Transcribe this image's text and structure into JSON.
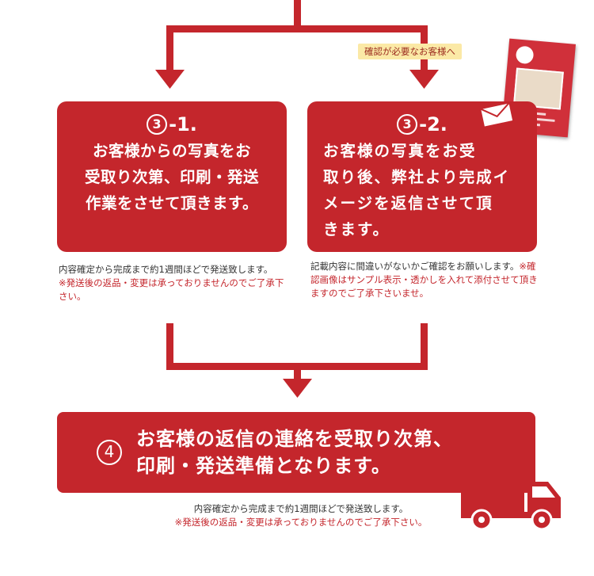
{
  "colors": {
    "accent_red": "#c4262c",
    "tag_bg": "#fbe9a6",
    "text": "#333333"
  },
  "tag": {
    "label": "確認が必要なお客様へ"
  },
  "step_3_1": {
    "number": "3",
    "suffix": "-1.",
    "lines": [
      "お客様からの写真をお",
      "受取り次第、印刷・発送",
      "作業をさせて頂きます。"
    ],
    "note_normal": "内容確定から完成まで約1週間ほどで発送致します。",
    "note_warning": "※発送後の返品・変更は承っておりませんのでご了承下さい。"
  },
  "step_3_2": {
    "number": "3",
    "suffix": "-2.",
    "lines": [
      "お客様の写真をお受",
      "取り後、弊社より完成イ",
      "メージを返信させて頂",
      "きます。"
    ],
    "note_normal": "記載内容に間違いがないかご確認をお願いします。",
    "note_warning": "※確認画像はサンプル表示・透かしを入れて添付させて頂きますのでご了承下さいませ。"
  },
  "step_4": {
    "number": "4",
    "lines": [
      "お客様の返信の連絡を受取り次第、",
      "印刷・発送準備となります。"
    ],
    "note_normal": "内容確定から完成まで約1週間ほどで発送致します。",
    "note_warning": "※発送後の返品・変更は承っておりませんのでご了承下さい。"
  },
  "icons": {
    "envelope": "envelope-icon",
    "truck": "delivery-truck-icon",
    "sample_card": "sample-card-image"
  }
}
